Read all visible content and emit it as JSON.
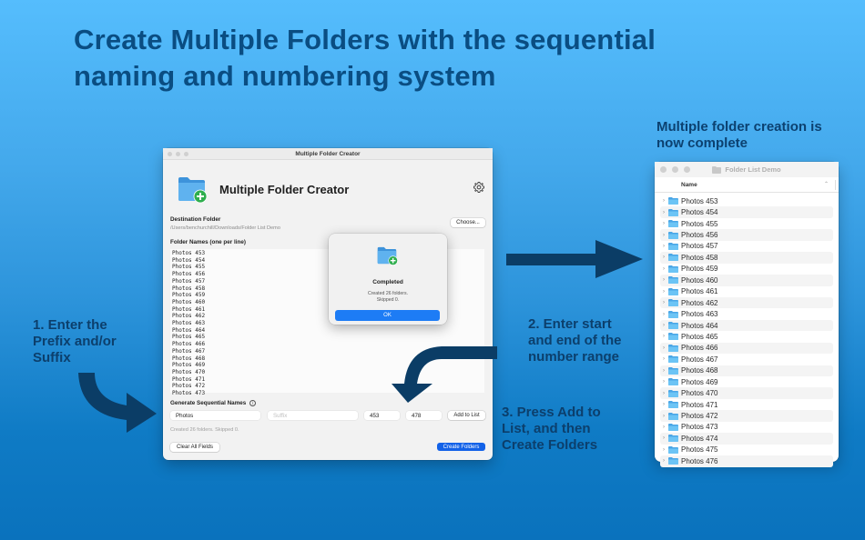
{
  "headline": {
    "line1": "Create Multiple Folders with the sequential",
    "line2": "naming and numbering system"
  },
  "callouts": {
    "step1": "1. Enter the Prefix and/or Suffix",
    "step2": "2. Enter start and end of the number range",
    "step3": "3. Press Add to List, and then Create Folders",
    "complete": "Multiple folder creation is now complete"
  },
  "app_window": {
    "window_title": "Multiple Folder Creator",
    "app_title": "Multiple Folder Creator",
    "icons": {
      "app": "folder-plus-icon",
      "settings": "gear-icon"
    },
    "destination": {
      "label": "Destination Folder",
      "path": "/Users/benchurchill/Downloads/Folder List Demo",
      "choose_button": "Choose..."
    },
    "folder_names": {
      "label": "Folder Names (one per line)",
      "lines": [
        "Photos 453",
        "Photos 454",
        "Photos 455",
        "Photos 456",
        "Photos 457",
        "Photos 458",
        "Photos 459",
        "Photos 460",
        "Photos 461",
        "Photos 462",
        "Photos 463",
        "Photos 464",
        "Photos 465",
        "Photos 466",
        "Photos 467",
        "Photos 468",
        "Photos 469",
        "Photos 470",
        "Photos 471",
        "Photos 472",
        "Photos 473"
      ]
    },
    "sequential": {
      "label": "Generate Sequential Names",
      "prefix_value": "Photos",
      "suffix_placeholder": "Suffix",
      "start_value": "453",
      "end_value": "478",
      "add_button": "Add to List"
    },
    "status_text": "Created 26 folders. Skipped 0.",
    "clear_button": "Clear All Fields",
    "create_button": "Create Folders"
  },
  "dialog": {
    "title": "Completed",
    "message_line1": "Created 26 folders.",
    "message_line2": "Skipped 0.",
    "ok_button": "OK"
  },
  "finder": {
    "title": "Folder List Demo",
    "column_header": "Name",
    "rows": [
      "Photos 453",
      "Photos 454",
      "Photos 455",
      "Photos 456",
      "Photos 457",
      "Photos 458",
      "Photos 459",
      "Photos 460",
      "Photos 461",
      "Photos 462",
      "Photos 463",
      "Photos 464",
      "Photos 465",
      "Photos 466",
      "Photos 467",
      "Photos 468",
      "Photos 469",
      "Photos 470",
      "Photos 471",
      "Photos 472",
      "Photos 473",
      "Photos 474",
      "Photos 475",
      "Photos 476"
    ]
  },
  "colors": {
    "headline": "#0a4d82",
    "callout": "#0c3f6c",
    "arrow": "#0b3d66",
    "primary_button": "#1362e8",
    "ok_button": "#1d7cf5",
    "folder_blue": "#5ab8f0"
  }
}
